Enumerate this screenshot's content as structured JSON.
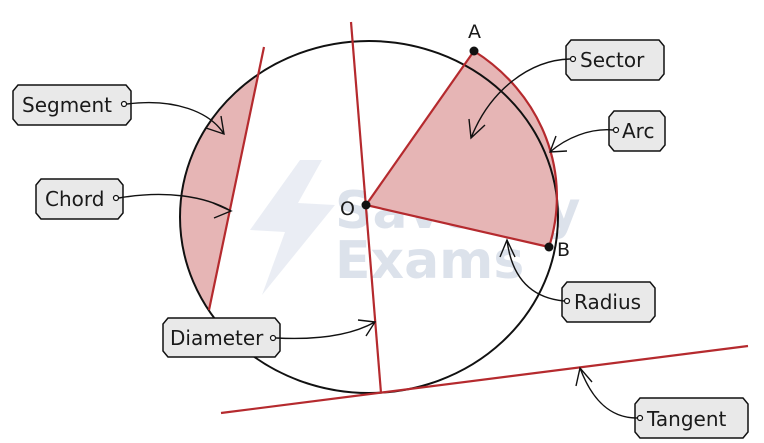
{
  "diagram": {
    "colors": {
      "red": "#b52a2e",
      "fill": "#e6b5b5",
      "black": "#111111",
      "tag_fill": "#e9e9e9",
      "watermark": "#d7dde8"
    },
    "points": {
      "A": "A",
      "B": "B",
      "O": "O"
    },
    "tags": {
      "segment": "Segment",
      "chord": "Chord",
      "diameter": "Diameter",
      "sector": "Sector",
      "arc": "Arc",
      "radius": "Radius",
      "tangent": "Tangent"
    },
    "watermark": {
      "line1": "Save My",
      "line2": "Exams"
    }
  }
}
